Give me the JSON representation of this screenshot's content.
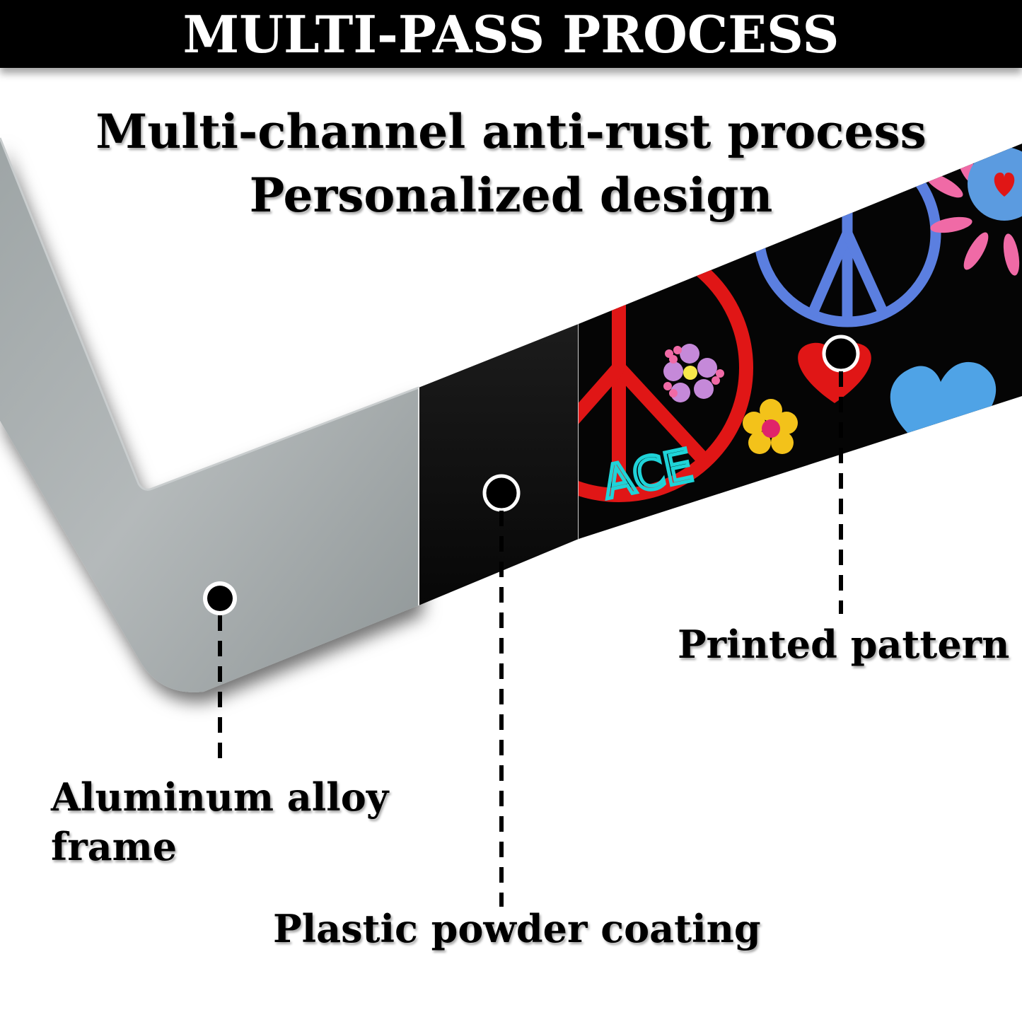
{
  "banner": {
    "title": "MULTI-PASS PROCESS"
  },
  "headline": {
    "line1": "Multi-channel anti-rust process",
    "line2": "Personalized design"
  },
  "callouts": {
    "printed_pattern": "Printed pattern",
    "aluminum_alloy_frame": "Aluminum alloy frame",
    "plastic_powder_coating": "Plastic powder coating"
  },
  "artwork": {
    "peace_text": "ACE"
  },
  "colors": {
    "banner": "#000000",
    "frame_metal": "#a7adae",
    "powder_coating": "#121212",
    "print_background": "#050505",
    "peace_red": "#e01616",
    "peace_blue": "#5b7fe0",
    "heart_blue": "#4fa3e6",
    "flower_pink": "#f06aa6",
    "text_cyan": "#1fd3d8"
  }
}
